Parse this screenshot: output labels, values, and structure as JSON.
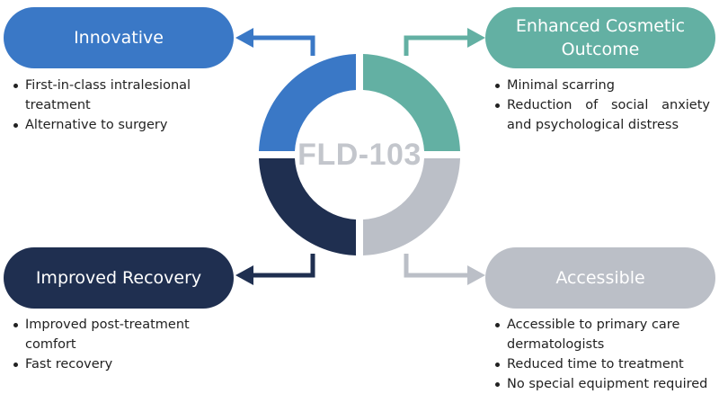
{
  "center": {
    "label": "FLD-103"
  },
  "colors": {
    "innovative": "#3a78c6",
    "cosmetic": "#63b0a3",
    "recovery": "#1f2f50",
    "accessible": "#bbbfc7"
  },
  "quadrants": {
    "innovative": {
      "title": "Innovative",
      "bullets": [
        "First-in-class intralesional treatment",
        "Alternative to surgery"
      ]
    },
    "cosmetic": {
      "title_line1": "Enhanced Cosmetic",
      "title_line2": "Outcome",
      "bullets": [
        "Minimal scarring",
        "Reduction of social anxiety and psychological distress"
      ]
    },
    "recovery": {
      "title": "Improved Recovery",
      "bullets": [
        "Improved post-treatment comfort",
        "Fast recovery"
      ]
    },
    "accessible": {
      "title": "Accessible",
      "bullets": [
        "Accessible to primary care dermatologists",
        "Reduced time to treatment",
        "No special equipment required"
      ]
    }
  }
}
